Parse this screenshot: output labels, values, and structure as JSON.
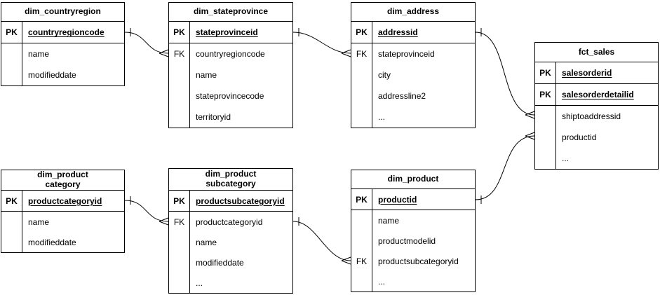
{
  "colors": {
    "line": "#000000",
    "text": "#000000",
    "background": "#ffffff",
    "table_fill": "#ffffff"
  },
  "tables": [
    {
      "title": "dim_countryregion",
      "rows": [
        {
          "key": "PK",
          "field": "countryregioncode",
          "pk": true
        },
        {
          "key": "",
          "field": "name",
          "pk": false
        },
        {
          "key": "",
          "field": "modifieddate",
          "pk": false
        }
      ]
    },
    {
      "title": "dim_stateprovince",
      "rows": [
        {
          "key": "PK",
          "field": "stateprovinceid",
          "pk": true
        },
        {
          "key": "FK",
          "field": "countryregioncode",
          "pk": false
        },
        {
          "key": "",
          "field": "name",
          "pk": false
        },
        {
          "key": "",
          "field": "stateprovincecode",
          "pk": false
        },
        {
          "key": "",
          "field": "territoryid",
          "pk": false
        }
      ]
    },
    {
      "title": "dim_address",
      "rows": [
        {
          "key": "PK",
          "field": "addressid",
          "pk": true
        },
        {
          "key": "FK",
          "field": "stateprovinceid",
          "pk": false
        },
        {
          "key": "",
          "field": "city",
          "pk": false
        },
        {
          "key": "",
          "field": "addressline2",
          "pk": false
        },
        {
          "key": "",
          "field": "...",
          "pk": false
        }
      ]
    },
    {
      "title": "fct_sales",
      "rows": [
        {
          "key": "PK",
          "field": "salesorderid",
          "pk": true
        },
        {
          "key": "PK",
          "field": "salesorderdetailid",
          "pk": true
        },
        {
          "key": "",
          "field": "shiptoaddressid",
          "pk": false
        },
        {
          "key": "",
          "field": "productid",
          "pk": false
        },
        {
          "key": "",
          "field": "...",
          "pk": false
        }
      ]
    },
    {
      "title": "dim_product\ncategory",
      "rows": [
        {
          "key": "PK",
          "field": "productcategoryid",
          "pk": true
        },
        {
          "key": "",
          "field": "name",
          "pk": false
        },
        {
          "key": "",
          "field": "modifieddate",
          "pk": false
        }
      ]
    },
    {
      "title": "dim_product\nsubcategory",
      "rows": [
        {
          "key": "PK",
          "field": "productsubcategoryid",
          "pk": true
        },
        {
          "key": "FK",
          "field": "productcategoryid",
          "pk": false
        },
        {
          "key": "",
          "field": "name",
          "pk": false
        },
        {
          "key": "",
          "field": "modifieddate",
          "pk": false
        },
        {
          "key": "",
          "field": "...",
          "pk": false
        }
      ]
    },
    {
      "title": "dim_product",
      "rows": [
        {
          "key": "PK",
          "field": "productid",
          "pk": true
        },
        {
          "key": "",
          "field": "name",
          "pk": false
        },
        {
          "key": "",
          "field": "productmodelid",
          "pk": false
        },
        {
          "key": "FK",
          "field": "productsubcategoryid",
          "pk": false
        },
        {
          "key": "",
          "field": "...",
          "pk": false
        }
      ]
    }
  ],
  "relationships": [
    {
      "from": "dim_countryregion.countryregioncode",
      "to": "dim_stateprovince.countryregioncode",
      "cardinality": "one-to-many"
    },
    {
      "from": "dim_stateprovince.stateprovinceid",
      "to": "dim_address.stateprovinceid",
      "cardinality": "one-to-many"
    },
    {
      "from": "dim_address.addressid",
      "to": "fct_sales.shiptoaddressid",
      "cardinality": "one-to-many"
    },
    {
      "from": "dim_product.productid",
      "to": "fct_sales.productid",
      "cardinality": "one-to-many"
    },
    {
      "from": "dim_product category.productcategoryid",
      "to": "dim_product subcategory.productcategoryid",
      "cardinality": "one-to-many"
    },
    {
      "from": "dim_product subcategory.productsubcategoryid",
      "to": "dim_product.productsubcategoryid",
      "cardinality": "one-to-many"
    }
  ]
}
